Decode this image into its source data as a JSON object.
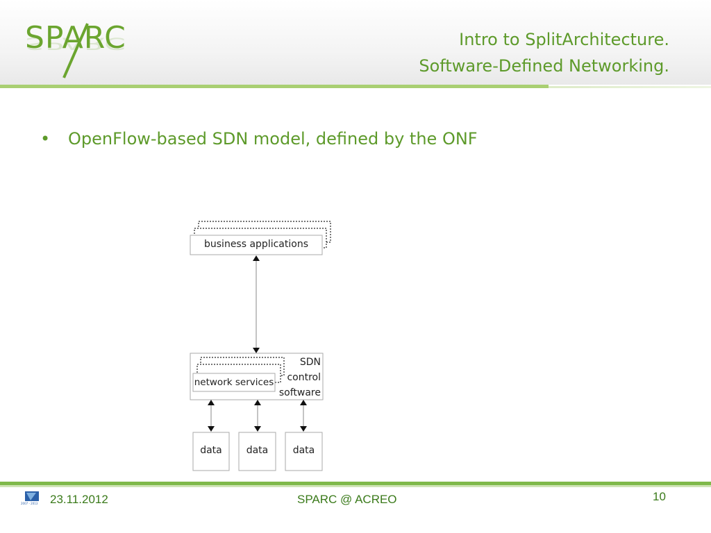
{
  "header": {
    "logo_text": "SPARC",
    "title_line1": "Intro to SplitArchitecture.",
    "title_line2": "Software-Defined Networking."
  },
  "content": {
    "bullet": "OpenFlow-based SDN model, defined by the ONF"
  },
  "diagram": {
    "business_applications": "business applications",
    "network_services": "network services",
    "sdn_line1": "SDN",
    "sdn_line2": "control",
    "sdn_line3": "software",
    "data_boxes": [
      "data",
      "data",
      "data"
    ]
  },
  "footer": {
    "date": "23.11.2012",
    "center": "SPARC @ ACREO",
    "page": "10",
    "logo_caption": "2007 - 2013"
  },
  "colors": {
    "accent_green": "#5d9a2a",
    "rule_green": "#7fb94a"
  }
}
